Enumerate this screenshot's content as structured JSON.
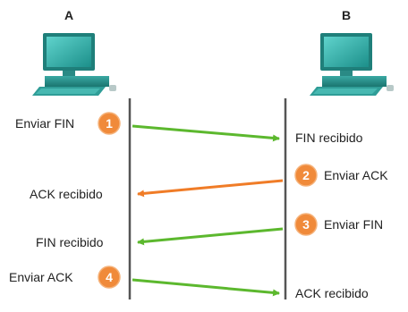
{
  "hosts": {
    "a_label": "A",
    "b_label": "B"
  },
  "colors": {
    "fin_arrow": "#5cb82e",
    "ack_arrow": "#f07c27",
    "badge": "#f08a3a",
    "timeline": "#555555"
  },
  "icons": {
    "computer": "desktop-computer-icon"
  },
  "steps": [
    {
      "number": "1",
      "sender": "A",
      "send_label": "Enviar FIN",
      "recv_label": "FIN recibido",
      "type": "FIN"
    },
    {
      "number": "2",
      "sender": "B",
      "send_label": "Enviar ACK",
      "recv_label": "ACK recibido",
      "type": "ACK"
    },
    {
      "number": "3",
      "sender": "B",
      "send_label": "Enviar FIN",
      "recv_label": "FIN recibido",
      "type": "FIN"
    },
    {
      "number": "4",
      "sender": "A",
      "send_label": "Enviar ACK",
      "recv_label": "ACK recibido",
      "type": "ACK"
    }
  ]
}
